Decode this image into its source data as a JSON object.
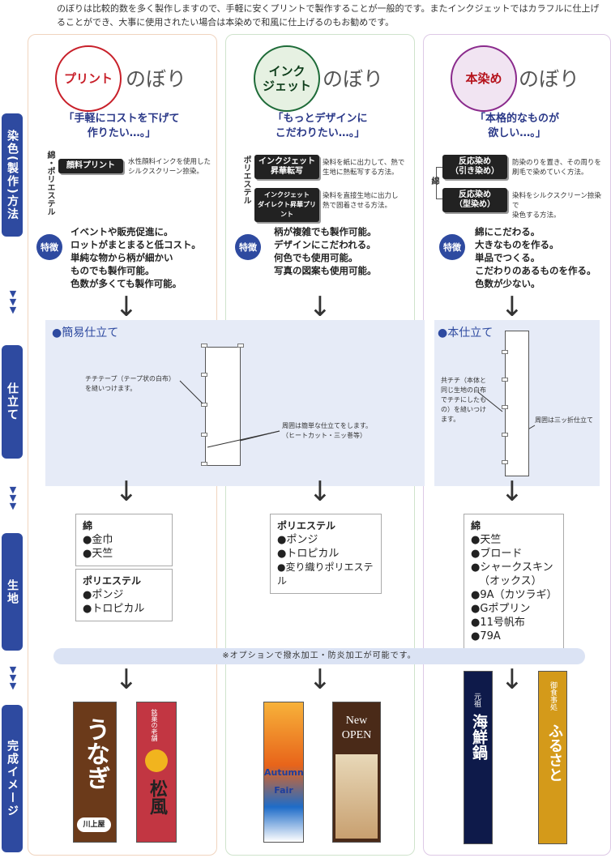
{
  "intro": "のぼりは比較的数を多く製作しますので、手軽に安くプリントで製作することが一般的です。またインクジェットではカラフルに仕上げることができ、大事に使用されたい場合は本染めで和風に仕上げるのもお勧めです。",
  "sidebar": [
    "染色(製作)方法",
    "仕立て",
    "生地",
    "完成イメージ"
  ],
  "nobori": "のぼり",
  "columns": [
    {
      "circle": "プリント",
      "catch": "「手軽にコストを下げて\n作りたい…。」",
      "material_label": "綿・ポリエステル",
      "methods": [
        {
          "tag": "顔料プリント",
          "desc": "水性顔料インクを使用した\nシルクスクリーン捺染。"
        }
      ],
      "badge": "特徴",
      "features": [
        "イベントや販売促進に。",
        "ロットがまとまると低コスト。",
        "単純な物から柄が細かい",
        "ものでも製作可能。",
        "色数が多くても製作可能。"
      ],
      "fabric": [
        {
          "title": "綿",
          "items": [
            "●金巾",
            "●天竺"
          ]
        },
        {
          "title": "ポリエステル",
          "items": [
            "●ポンジ",
            "●トロピカル"
          ]
        }
      ],
      "flags": [
        {
          "text": "うなぎ",
          "sub": "川上屋",
          "color": "#6b3a1a"
        },
        {
          "text": "松風",
          "sub": "銘菓の老舗",
          "color": "#c23642"
        }
      ]
    },
    {
      "circle": "インク\nジェット",
      "catch": "「もっとデザインに\nこだわりたい…。」",
      "material_label": "ポリエステル",
      "methods": [
        {
          "tag": "インクジェット\n昇華転写",
          "desc": "染料を紙に出力して、熱で\n生地に熱転写する方法。"
        },
        {
          "tag": "インクジェット\nダイレクト昇華プリント",
          "desc": "染料を直接生地に出力し\n熱で固着させる方法。"
        }
      ],
      "badge": "特徴",
      "features": [
        "柄が複雑でも製作可能。",
        "デザインにこだわれる。",
        "何色でも使用可能。",
        "写真の図案も使用可能。"
      ],
      "fabric": [
        {
          "title": "ポリエステル",
          "items": [
            "●ポンジ",
            "●トロピカル",
            "●変り織りポリエステル"
          ]
        }
      ],
      "flags": [
        {
          "text": "Autumn Fair",
          "sub": "",
          "color": "#e88a1a"
        },
        {
          "text": "New OPEN",
          "sub": "",
          "color": "#4a2a18"
        }
      ]
    },
    {
      "circle": "本染め",
      "catch": "「本格的なものが\n欲しい…。」",
      "material_label": "綿",
      "methods": [
        {
          "tag": "反応染め\n（引き染め）",
          "desc": "防染のりを置き、その周りを\n刷毛で染めていく方法。"
        },
        {
          "tag": "反応染め\n（型染め）",
          "desc": "染料をシルクスクリーン捺染で\n染色する方法。"
        }
      ],
      "badge": "特徴",
      "features": [
        "綿にこだわる。",
        "大きなものを作る。",
        "単品でつくる。",
        "こだわりのあるものを作る。",
        "色数が少ない。"
      ],
      "fabric": [
        {
          "title": "綿",
          "items": [
            "●天竺",
            "●ブロード",
            "●シャークスキン",
            "（オックス）",
            "●9A（カツラギ）",
            "●Gポプリン",
            "●11号帆布",
            "●79A"
          ]
        }
      ],
      "flags": [
        {
          "text": "海鮮鍋",
          "sub": "元祖",
          "color": "#0e1a4a"
        },
        {
          "text": "ふるさと",
          "sub": "御食事処",
          "color": "#d49a1a"
        }
      ]
    }
  ],
  "shitate1": {
    "title": "●簡易仕立て",
    "note1": "チチテープ（テープ状の白布）\nを縫いつけます。",
    "note2": "周囲は簡単な仕立てをします。\n（ヒートカット・三ッ巻等）"
  },
  "shitate2": {
    "title": "●本仕立て",
    "note1": "共チチ（本体と\n同じ生地の白布\nでチチにしたも\nの）を縫いつけ\nます。",
    "note2": "周囲は三ッ折仕立て"
  },
  "option": "※オプションで撥水加工・防炎加工が可能です。"
}
